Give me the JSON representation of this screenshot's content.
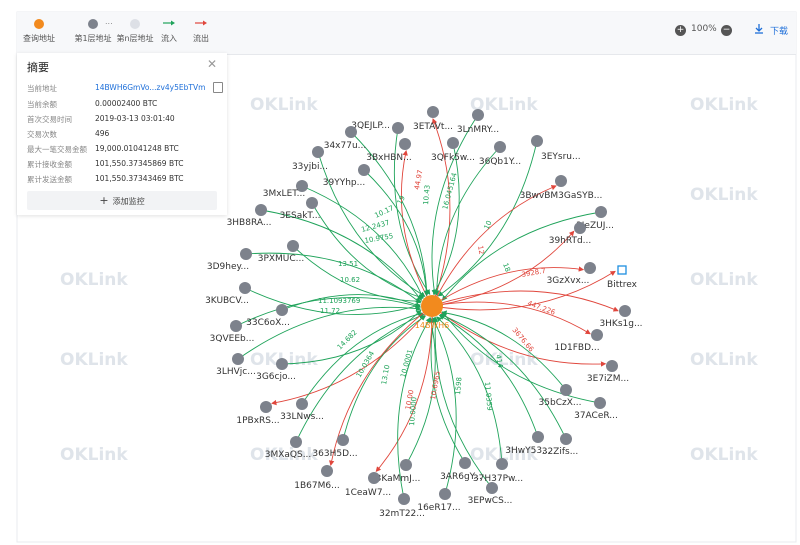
{
  "legend": {
    "query_address": "查询地址",
    "layer1": "第1层地址",
    "ellipsis": "...",
    "layern": "第n层地址",
    "inflow": "流入",
    "outflow": "流出"
  },
  "toolbar": {
    "zoom_level": "100%",
    "download_label": "下载",
    "zoom_in_icon": "plus-circle-icon",
    "zoom_out_icon": "minus-circle-icon",
    "download_icon": "download-icon"
  },
  "colors": {
    "center": "#f28a1e",
    "node": "#7d828c",
    "node_light": "#dde0e6",
    "inflow": "#1fa35a",
    "outflow": "#e0463c",
    "link": "#1e6fd9"
  },
  "summary": {
    "title": "摘要",
    "rows": [
      {
        "label": "当前地址",
        "value": "14BWH6GmVo...zv4y5EbTVm"
      },
      {
        "label": "当前余额",
        "value": "0.00002400 BTC"
      },
      {
        "label": "首次交易时间",
        "value": "2019-03-13 03:01:40"
      },
      {
        "label": "交易次数",
        "value": "496"
      },
      {
        "label": "最大一笔交易金额",
        "value": "19,000.01041248 BTC"
      },
      {
        "label": "累计接收金额",
        "value": "101,550.37345869 BTC"
      },
      {
        "label": "累计发送金额",
        "value": "101,550.37343469 BTC"
      }
    ],
    "add_watch_label": "添加监控"
  },
  "watermark_text": "OKLink",
  "center_node": {
    "label": "14BWH6"
  },
  "nodes": [
    {
      "label": "3QEJLP..."
    },
    {
      "label": "3ETAVt..."
    },
    {
      "label": "3LnMRY..."
    },
    {
      "label": "34x77u..."
    },
    {
      "label": "3BxHBN..."
    },
    {
      "label": "3QFk5w..."
    },
    {
      "label": "36Qb1Y..."
    },
    {
      "label": "3EYsru..."
    },
    {
      "label": "33yjbi..."
    },
    {
      "label": "39YYhp..."
    },
    {
      "label": "3BwvBM3GaSYB..."
    },
    {
      "label": "3MxLET..."
    },
    {
      "label": "3JeZUJ..."
    },
    {
      "label": "3HB8RA..."
    },
    {
      "label": "3ESakT..."
    },
    {
      "label": "39hRTd..."
    },
    {
      "label": "3PXMUC..."
    },
    {
      "label": "3D9hey..."
    },
    {
      "label": "3GzXvx..."
    },
    {
      "label": "Bittrex"
    },
    {
      "label": "3KUBCV..."
    },
    {
      "label": "33C6oX..."
    },
    {
      "label": "3HKs1g..."
    },
    {
      "label": "3QVEEb..."
    },
    {
      "label": "1D1FBD..."
    },
    {
      "label": "3LHVjc..."
    },
    {
      "label": "3G6cjo..."
    },
    {
      "label": "3E7iZM..."
    },
    {
      "label": "35bCzX..."
    },
    {
      "label": "37ACeR..."
    },
    {
      "label": "1PBxRS..."
    },
    {
      "label": "33LNws..."
    },
    {
      "label": "3HwY53..."
    },
    {
      "label": "3MXaQS..."
    },
    {
      "label": "32Zifs..."
    },
    {
      "label": "363H5D..."
    },
    {
      "label": "3KaMmJ..."
    },
    {
      "label": "3AR6gY..."
    },
    {
      "label": "37H37Pw..."
    },
    {
      "label": "1B67M6..."
    },
    {
      "label": "1CeaW7..."
    },
    {
      "label": "3EPwCS..."
    },
    {
      "label": "16eR17..."
    },
    {
      "label": "32mT22..."
    }
  ],
  "edge_labels": [
    "19",
    "44.97",
    "10.43",
    "16.045164",
    "10",
    "10.17",
    "12.2437",
    "10.9755",
    "13.51",
    "10.62",
    "11.1093769",
    "11.72",
    "12",
    "18",
    "3928.7",
    "447.226",
    "3676.66",
    "414",
    "11.9359",
    "14.682",
    "10.0364",
    "13.10",
    "10.00",
    "10.0001",
    "10.6965",
    "1598",
    "10.0000"
  ]
}
